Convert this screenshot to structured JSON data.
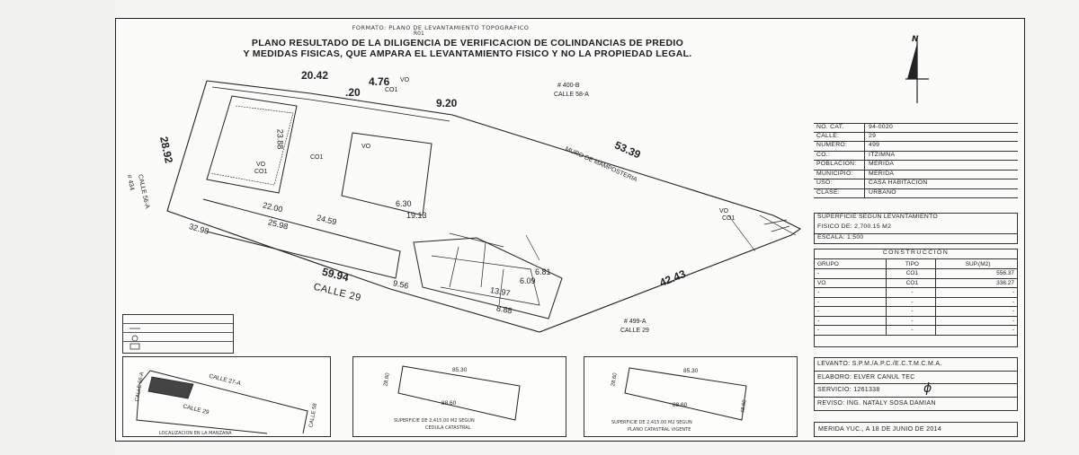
{
  "header": {
    "format": "FORMATO: PLANO DE LEVANTAMIENTO TOPOGRAFICO",
    "code": "R01",
    "title_line1": "PLANO RESULTADO DE LA DILIGENCIA DE VERIFICACION DE COLINDANCIAS DE PREDIO",
    "title_line2": "Y MEDIDAS FISICAS, QUE AMPARA EL LEVANTAMIENTO FISICO Y NO LA PROPIEDAD LEGAL."
  },
  "north_label": "N",
  "plan_labels": {
    "top_2042": "20.42",
    "top_476": "4.76",
    "top_vo": "VO",
    "top_co1": "CO1",
    "top_20": ".20",
    "top_920": "9.20",
    "n_400b": "# 400-B",
    "calle_58a": "CALLE 58-A",
    "left_2892": "28.92",
    "left_434": "# 434",
    "left_calle": "CALLE 56-A",
    "muro": "MURO DE MAMPOSTERIA",
    "right_5339": "53.39",
    "co1_a": "CO1",
    "co1_b": "CO1",
    "co1_c": "CO1",
    "vo_a": "VO",
    "vo_b": "VO",
    "vo_c": "VO",
    "d_2200": "22.00",
    "d_2459": "24.59",
    "d_2598": "25.98",
    "d_3298": "32.98",
    "d_630": "6.30",
    "d_1913": "19.13",
    "d_2388": "23.88",
    "d_1397": "13.97",
    "d_888": "8.88",
    "d_681": "6.81",
    "d_609": "6.09",
    "d_956": "9.56",
    "bottom_5994": "59.94",
    "calle_29": "CALLE 29",
    "right_4243": "42.43",
    "n_499a": "# 499-A",
    "calle_29b": "CALLE 29"
  },
  "info_table": [
    {
      "key": "NO. CAT.",
      "value": "94-0020"
    },
    {
      "key": "CALLE:",
      "value": "29"
    },
    {
      "key": "NUMERO:",
      "value": "499"
    },
    {
      "key": "CO.:",
      "value": "ITZIMNA"
    },
    {
      "key": "POBLACION:",
      "value": "MERIDA"
    },
    {
      "key": "MUNICIPIO:",
      "value": "MERIDA"
    },
    {
      "key": "USO:",
      "value": "CASA HABITACION"
    },
    {
      "key": "CLASE:",
      "value": "URBANO"
    }
  ],
  "superficie": {
    "line1": "SUPERFICIE SEGUN LEVANTAMIENTO",
    "line2": "FISICO DE: 2,700.15 M2",
    "escala": "ESCALA: 1:500"
  },
  "construccion": {
    "title": "CONSTRUCCION",
    "headers": [
      "GRUPO",
      "TIPO",
      "SUP.(M2)"
    ],
    "rows": [
      [
        "-",
        "CO1",
        "556.37"
      ],
      [
        "VO",
        "CO1",
        "336.27"
      ],
      [
        "-",
        "-",
        "-"
      ],
      [
        "-",
        "-",
        "-"
      ],
      [
        "-",
        "-",
        "-"
      ],
      [
        "-",
        "-",
        "-"
      ],
      [
        "-",
        "-",
        "-"
      ]
    ]
  },
  "firmas": {
    "levanto": "LEVANTO: S.P.M./A.P.C./E.C.T.M.C.M.A.",
    "elaboro": "ELABORO: ELVER CANUL TEC",
    "servicio": "SERVICIO: 1261338",
    "reviso": "REVISO: ING. NATALY SOSA DAMIAN"
  },
  "fecha": "MERIDA YUC., A 18 DE JUNIO DE 2014",
  "panels": {
    "p1_calle_56a": "CALLE 56-A",
    "p1_calle_27a": "CALLE 27-A",
    "p1_calle_29": "CALLE 29",
    "p1_calle_58": "CALLE 58",
    "p1_caption": "LOCALIZACION EN LA MANZANA",
    "p2_top": "85.30",
    "p2_left": "28.60",
    "p2_bottom": "88.60",
    "p2_caption1": "SUPERFICIE DE 2,415.00 M2 SEGUN",
    "p2_caption2": "CEDULA CATASTRAL",
    "p3_top": "85.30",
    "p3_left": "28.60",
    "p3_right": "48.60",
    "p3_bottom": "88.60",
    "p3_caption1": "SUPERFICIE DE 2,415.00 M2 SEGUN",
    "p3_caption2": "PLANO CATASTRAL VIGENTE"
  }
}
